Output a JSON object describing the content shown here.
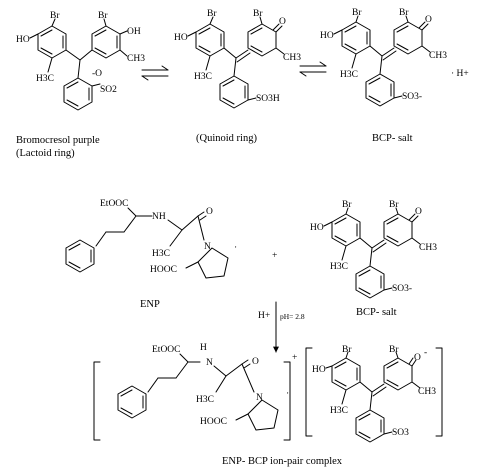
{
  "structures": {
    "bcp_lactoid": {
      "atoms": {
        "br1": "Br",
        "br2": "Br",
        "ho": "HO",
        "oh": "OH",
        "h3c": "H3C",
        "ch3": "CH3",
        "o_neg": "-O",
        "so2": "SO2"
      },
      "caption_line1": "Bromocresol purple",
      "caption_line2": "(Lactoid ring)"
    },
    "bcp_quinoid": {
      "atoms": {
        "br1": "Br",
        "br2": "Br",
        "ho": "HO",
        "o": "O",
        "h3c": "H3C",
        "ch3": "CH3",
        "so3h": "SO3H"
      },
      "caption": "(Quinoid ring)"
    },
    "bcp_salt": {
      "atoms": {
        "br1": "Br",
        "br2": "Br",
        "ho": "HO",
        "o": "O",
        "h3c": "H3C",
        "ch3": "CH3",
        "so3": "SO3-",
        "hplus": "· H+"
      },
      "caption": "BCP- salt"
    },
    "enp": {
      "atoms": {
        "etooc": "EtOOC",
        "nh": "NH",
        "n": "N",
        "o": "O",
        "h3c": "H3C",
        "hooc": "HOOC",
        "dot": "·"
      },
      "caption": "ENP"
    },
    "bcp_salt_2": {
      "atoms": {
        "br1": "Br",
        "br2": "Br",
        "ho": "HO",
        "o": "O",
        "h3c": "H3C",
        "ch3": "CH3",
        "so3": "SO3-"
      },
      "caption": "BCP- salt"
    },
    "complex": {
      "enp_atoms": {
        "etooc": "EtOOC",
        "h": "H",
        "n": "N",
        "o": "O",
        "h3c": "H3C",
        "hooc": "HOOC",
        "dot": "·",
        "plus": "+"
      },
      "bcp_atoms": {
        "br1": "Br",
        "br2": "Br",
        "ho": "HO",
        "o": "O",
        "o_neg": "-",
        "h3c": "H3C",
        "ch3": "CH3",
        "so3": "SO3"
      },
      "caption": "ENP- BCP ion-pair complex"
    }
  },
  "plus_sign": "+",
  "reaction": {
    "reagent": "H+",
    "condition": "pH= 2.8"
  }
}
